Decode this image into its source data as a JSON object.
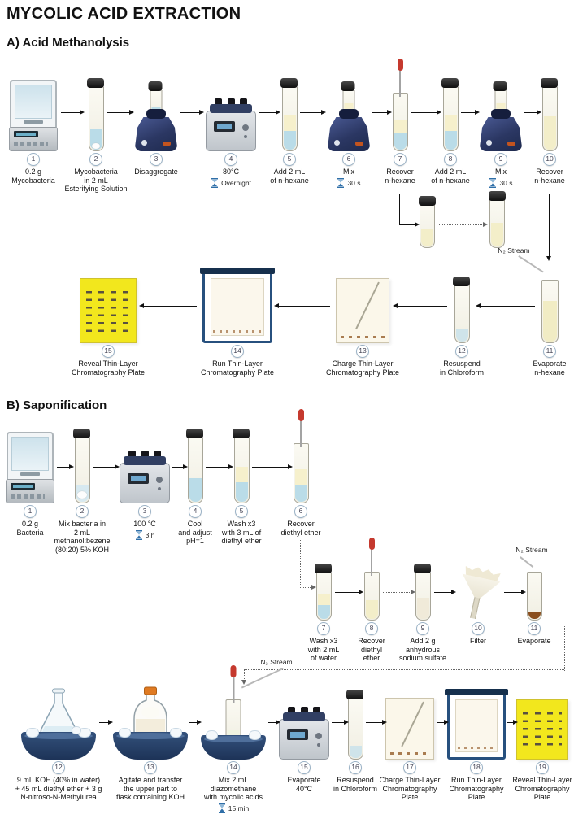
{
  "title": "MYCOLIC ACID EXTRACTION",
  "colors": {
    "tlc_plate_yellow": "#f2e71d",
    "vortex_navy": "#2b3763",
    "bath_navy": "#1d3357",
    "pipette_red": "#c5392e",
    "hourglass_blue": "#2f6fa8",
    "spot_brown": "#a97c50"
  },
  "annotations": {
    "n2_stream": "N₂ Stream"
  },
  "sections": {
    "a": {
      "heading": "A) Acid Methanolysis",
      "steps": [
        {
          "num": "1",
          "icon": "analytical-balance",
          "label": "0.2 g\nMycobacteria"
        },
        {
          "num": "2",
          "icon": "test-tube",
          "label": "Mycobacteria\nin 2 mL\nEsterifying Solution"
        },
        {
          "num": "3",
          "icon": "vortex-mixer",
          "label": "Disaggregate"
        },
        {
          "num": "4",
          "icon": "heat-block",
          "label": "80°C",
          "timer": "Overnight"
        },
        {
          "num": "5",
          "icon": "test-tube",
          "label": "Add 2 mL\nof n-hexane"
        },
        {
          "num": "6",
          "icon": "vortex-mixer",
          "label": "Mix",
          "timer": "30 s"
        },
        {
          "num": "7",
          "icon": "test-tube-with-pipette",
          "label": "Recover\nn-hexane"
        },
        {
          "num": "8",
          "icon": "test-tube",
          "label": "Add 2 mL\nof n-hexane"
        },
        {
          "num": "9",
          "icon": "vortex-mixer",
          "label": "Mix",
          "timer": "30 s"
        },
        {
          "num": "10",
          "icon": "test-tube",
          "label": "Recover\nn-hexane"
        },
        {
          "num": "11",
          "icon": "test-tube",
          "label": "Evaporate\nn-hexane"
        },
        {
          "num": "12",
          "icon": "test-tube",
          "label": "Resuspend\nin Chloroform"
        },
        {
          "num": "13",
          "icon": "tlc-plate-capillary",
          "label": "Charge Thin-Layer\nChromatography Plate"
        },
        {
          "num": "14",
          "icon": "tlc-chamber",
          "label": "Run Thin-Layer\nChromatography Plate"
        },
        {
          "num": "15",
          "icon": "tlc-plate-revealed",
          "label": "Reveal Thin-Layer\nChromatography Plate"
        }
      ]
    },
    "b": {
      "heading": "B) Saponification",
      "steps": [
        {
          "num": "1",
          "icon": "analytical-balance",
          "label": "0.2 g\nBacteria"
        },
        {
          "num": "2",
          "icon": "test-tube",
          "label": "Mix bacteria in\n2 mL\nmethanol:bezene\n(80:20) 5% KOH"
        },
        {
          "num": "3",
          "icon": "heat-block",
          "label": "100 °C",
          "timer": "3 h"
        },
        {
          "num": "4",
          "icon": "test-tube",
          "label": "Cool\nand adjust\npH=1"
        },
        {
          "num": "5",
          "icon": "test-tube",
          "label": "Wash x3\nwith 3 mL of\ndiethyl ether"
        },
        {
          "num": "6",
          "icon": "test-tube-with-pipette",
          "label": "Recover\ndiethyl ether"
        },
        {
          "num": "7",
          "icon": "test-tube",
          "label": "Wash x3\nwith 2 mL\nof water"
        },
        {
          "num": "8",
          "icon": "test-tube-with-pipette",
          "label": "Recover\ndiethyl\nether"
        },
        {
          "num": "9",
          "icon": "test-tube",
          "label": "Add 2 g\nanhydrous\nsodium sulfate"
        },
        {
          "num": "10",
          "icon": "filter-funnel",
          "label": "Filter"
        },
        {
          "num": "11",
          "icon": "test-tube",
          "label": "Evaporate"
        },
        {
          "num": "12",
          "icon": "erlenmeyer-flask-ice-bath",
          "label": "9 mL KOH (40% in water)\n+ 45 mL diethyl ether + 3 g\nN-nitroso-N-Methylurea"
        },
        {
          "num": "13",
          "icon": "capped-flask-ice-bath",
          "label": "Agitate and transfer\nthe upper part to\nflask containing KOH"
        },
        {
          "num": "14",
          "icon": "tube-ice-bath-pipette",
          "label": "Mix 2 mL\ndiazomethane\nwith mycolic acids",
          "timer": "15 min"
        },
        {
          "num": "15",
          "icon": "heat-block",
          "label": "Evaporate\n40°C"
        },
        {
          "num": "16",
          "icon": "test-tube",
          "label": "Resuspend\nin Chloroform"
        },
        {
          "num": "17",
          "icon": "tlc-plate-capillary",
          "label": "Charge Thin-Layer\nChromatography\nPlate"
        },
        {
          "num": "18",
          "icon": "tlc-chamber",
          "label": "Run Thin-Layer\nChromatography\nPlate"
        },
        {
          "num": "19",
          "icon": "tlc-plate-revealed",
          "label": "Reveal Thin-Layer\nChromatography\nPlate"
        }
      ]
    }
  }
}
